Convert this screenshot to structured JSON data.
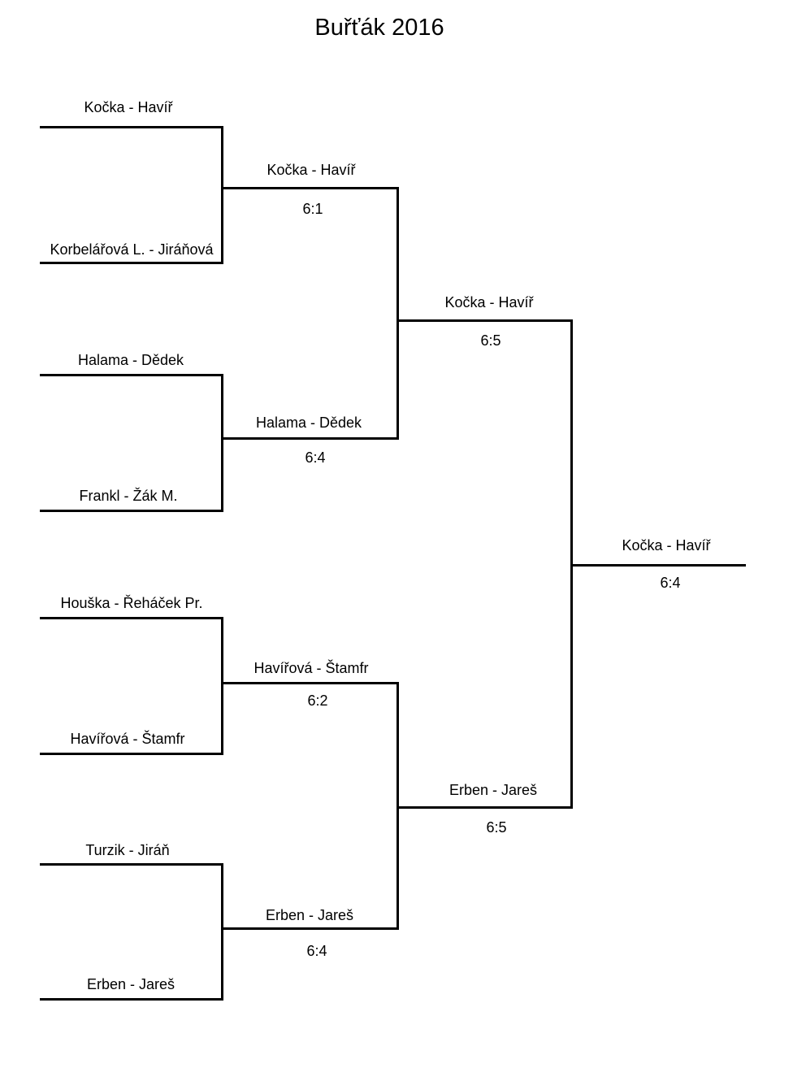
{
  "title": "Buřťák 2016",
  "round1": [
    {
      "team": "Kočka - Havíř"
    },
    {
      "team": "Korbelářová L. - Jiráňová"
    },
    {
      "team": "Halama - Dědek"
    },
    {
      "team": "Frankl - Žák M."
    },
    {
      "team": "Houška - Řeháček Pr."
    },
    {
      "team": "Havířová - Štamfr"
    },
    {
      "team": "Turzik - Jiráň"
    },
    {
      "team": "Erben - Jareš"
    }
  ],
  "round2": [
    {
      "team": "Kočka - Havíř",
      "score": "6:1"
    },
    {
      "team": "Halama - Dědek",
      "score": "6:4"
    },
    {
      "team": "Havířová - Štamfr",
      "score": "6:2"
    },
    {
      "team": "Erben - Jareš",
      "score": "6:4"
    }
  ],
  "round3": [
    {
      "team": "Kočka - Havíř",
      "score": "6:5"
    },
    {
      "team": "Erben - Jareš",
      "score": "6:5"
    }
  ],
  "final": {
    "team": "Kočka - Havíř",
    "score": "6:4"
  }
}
